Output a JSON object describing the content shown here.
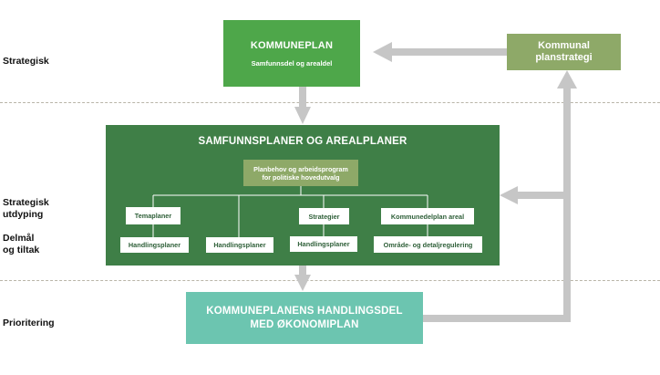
{
  "labels": {
    "strategisk": "Strategisk",
    "strategisk_utdyping": [
      "Strategisk",
      "utdyping"
    ],
    "delmal": [
      "Delmål",
      "og tiltak"
    ],
    "prioritering": "Prioritering"
  },
  "kommuneplan": {
    "title": "KOMMUNEPLAN",
    "subtitle": "Samfunnsdel og arealdel"
  },
  "kommunal_planstrategi": [
    "Kommunal",
    "planstrategi"
  ],
  "samfunnsplaner": {
    "title": "SAMFUNNSPLANER OG AREALPLANER",
    "planbehov": [
      "Planbehov og arbeidsprogram",
      "for politiske hovedutvalg"
    ],
    "temaplaner": "Temaplaner",
    "strategier": "Strategier",
    "kommunedelplan_areal": "Kommunedelplan areal",
    "handlingsplaner_1": "Handlingsplaner",
    "handlingsplaner_2": "Handlingsplaner",
    "handlingsplaner_3": "Handlingsplaner",
    "omrade_detalj": "Område- og detaljregulering"
  },
  "handlingsdel": [
    "KOMMUNEPLANENS HANDLINGSDEL",
    "MED ØKONOMIPLAN"
  ],
  "colors": {
    "kommuneplan": "#4ea74a",
    "planstrategi": "#8ea968",
    "samfunnsplaner": "#3f7f47",
    "handlingsdel": "#6cc5b0",
    "arrow": "#c6c6c6"
  }
}
